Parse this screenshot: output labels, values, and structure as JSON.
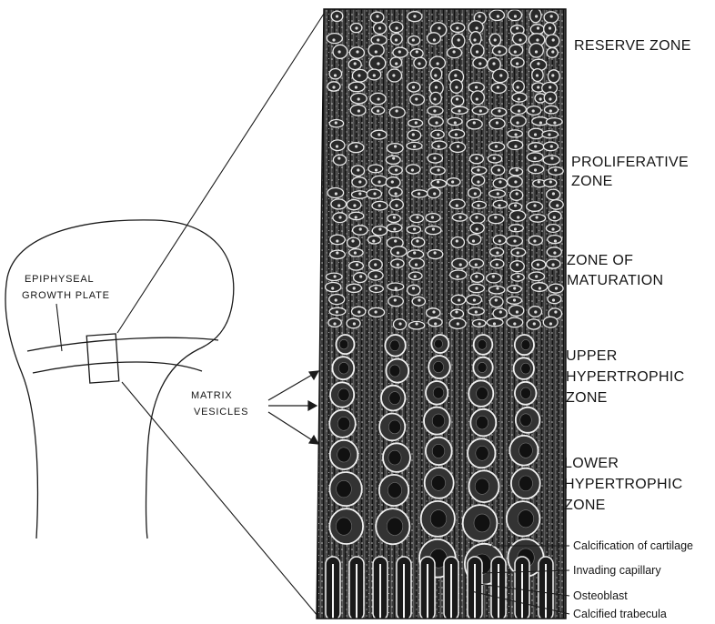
{
  "bone_labels": {
    "growth_plate_line1": "EPIPHYSEAL",
    "growth_plate_line2": "GROWTH PLATE",
    "matrix_line1": "MATRIX",
    "matrix_line2": "VESICLES"
  },
  "zones": [
    {
      "lines": [
        "RESERVE ZONE"
      ]
    },
    {
      "lines": [
        "PROLIFERATIVE",
        "ZONE"
      ]
    },
    {
      "lines": [
        "ZONE OF",
        "MATURATION"
      ]
    },
    {
      "lines": [
        "UPPER",
        "HYPERTROPHIC",
        "ZONE"
      ]
    },
    {
      "lines": [
        "LOWER",
        "HYPERTROPHIC",
        "ZONE"
      ]
    }
  ],
  "bottom_labels": [
    "Calcification of cartilage",
    "Invading capillary",
    "Osteoblast",
    "Calcified trabecula"
  ],
  "colors": {
    "ink": "#151515",
    "tissue": "#3a3a3a",
    "paper": "#ffffff"
  }
}
